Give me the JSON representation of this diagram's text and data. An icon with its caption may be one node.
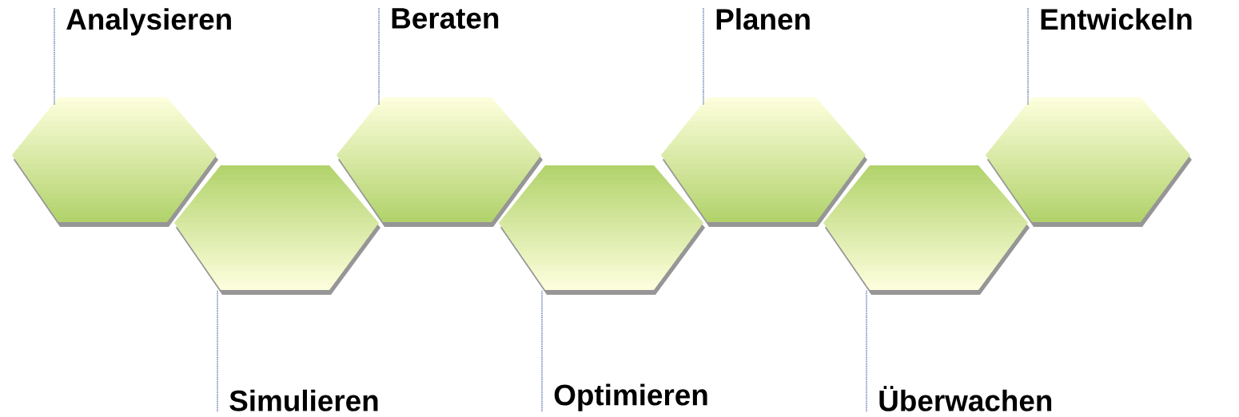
{
  "diagram": {
    "nodes": [
      {
        "text": [],
        "shape": "hexagon"
      },
      {
        "text": [],
        "shape": "hexagon"
      },
      {
        "text": [],
        "shape": "hexagon"
      },
      {
        "text": [],
        "shape": "hexagon"
      },
      {
        "text": [],
        "shape": "hexagon"
      },
      {
        "text": [],
        "shape": "hexagon"
      },
      {
        "text": [],
        "shape": "hexagon"
      },
      {
        "text": [
          "Analysieren"
        ]
      },
      {
        "text": [
          "Simulieren"
        ]
      },
      {
        "text": [
          "Beraten"
        ]
      },
      {
        "text": [
          "Optimieren"
        ]
      },
      {
        "text": [
          "Planen"
        ]
      },
      {
        "text": [
          "Überwachen"
        ]
      },
      {
        "text": [
          "Entwickeln"
        ]
      }
    ],
    "edges": [
      {
        "from": 7,
        "to": 0,
        "arrow": "none",
        "style": "dashed"
      },
      {
        "from": 8,
        "to": 1,
        "arrow": "none",
        "style": "dashed"
      },
      {
        "from": 9,
        "to": 2,
        "arrow": "none",
        "style": "dashed"
      },
      {
        "from": 10,
        "to": 3,
        "arrow": "none",
        "style": "dashed"
      },
      {
        "from": 11,
        "to": 4,
        "arrow": "none",
        "style": "dashed"
      },
      {
        "from": 12,
        "to": 5,
        "arrow": "none",
        "style": "dashed"
      },
      {
        "from": 13,
        "to": 6,
        "arrow": "none",
        "style": "dashed"
      }
    ]
  }
}
